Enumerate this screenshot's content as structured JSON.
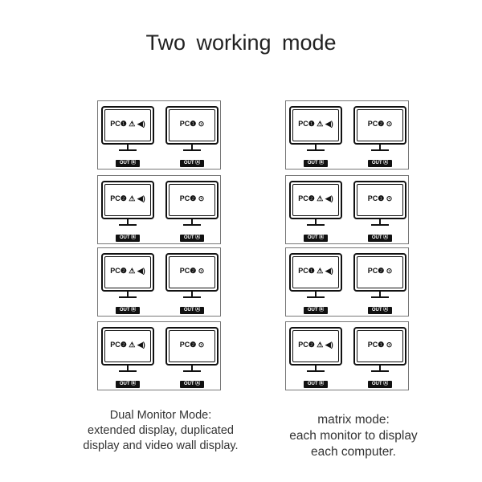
{
  "title": "Two  working mode",
  "left": {
    "caption": [
      "Dual Monitor Mode:",
      "extended display, duplicated",
      "display and video wall display."
    ],
    "rows": [
      {
        "a": "PC❶ ⚠ ◀)",
        "b": "PC❶ ⊙"
      },
      {
        "a": "PC❷ ⚠ ◀)",
        "b": "PC❷ ⊙"
      },
      {
        "a": "PC❷ ⚠ ◀)",
        "b": "PC❷ ⊙"
      },
      {
        "a": "PC❷ ⚠ ◀)",
        "b": "PC❷ ⊙"
      }
    ]
  },
  "right": {
    "caption": [
      "matrix mode:",
      "each monitor to display",
      "each computer."
    ],
    "rows": [
      {
        "a": "PC❶ ⚠ ◀)",
        "b": "PC❷ ⊙"
      },
      {
        "a": "PC❷ ⚠ ◀)",
        "b": "PC❶ ⊙"
      },
      {
        "a": "PC❶ ⚠ ◀)",
        "b": "PC❷ ⊙"
      },
      {
        "a": "PC❷ ⚠ ◀)",
        "b": "PC❶ ⊙"
      }
    ]
  },
  "out_b": "OUT Ⓑ",
  "out_a": "OUT Ⓐ"
}
